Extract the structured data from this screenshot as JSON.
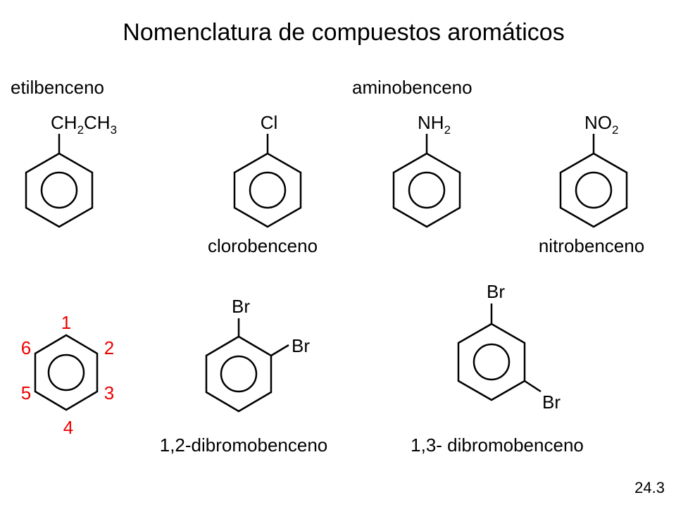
{
  "title": "Nomenclatura de compuestos aromáticos",
  "compounds": {
    "ethylbenzene": {
      "name": "etilbenceno",
      "substituent": {
        "a": "CH",
        "a_sub": "2",
        "b": "CH",
        "b_sub": "3"
      }
    },
    "chlorobenzene": {
      "name": "clorobenceno",
      "substituent": "Cl"
    },
    "aminobenzene": {
      "name": "aminobenceno",
      "substituent": {
        "base": "NH",
        "sub": "2"
      }
    },
    "nitrobenzene": {
      "name": "nitrobenceno",
      "substituent": {
        "base": "NO",
        "sub": "2"
      }
    },
    "numbered_ring": {
      "positions": [
        "1",
        "2",
        "3",
        "4",
        "5",
        "6"
      ],
      "color": "#ee0000"
    },
    "dibromo_12": {
      "name": "1,2-dibromobenceno",
      "substituent_1": "Br",
      "substituent_2": "Br"
    },
    "dibromo_13": {
      "name": "1,3- dibromobenceno",
      "substituent_1": "Br",
      "substituent_2": "Br"
    }
  },
  "page_number": "24.3"
}
